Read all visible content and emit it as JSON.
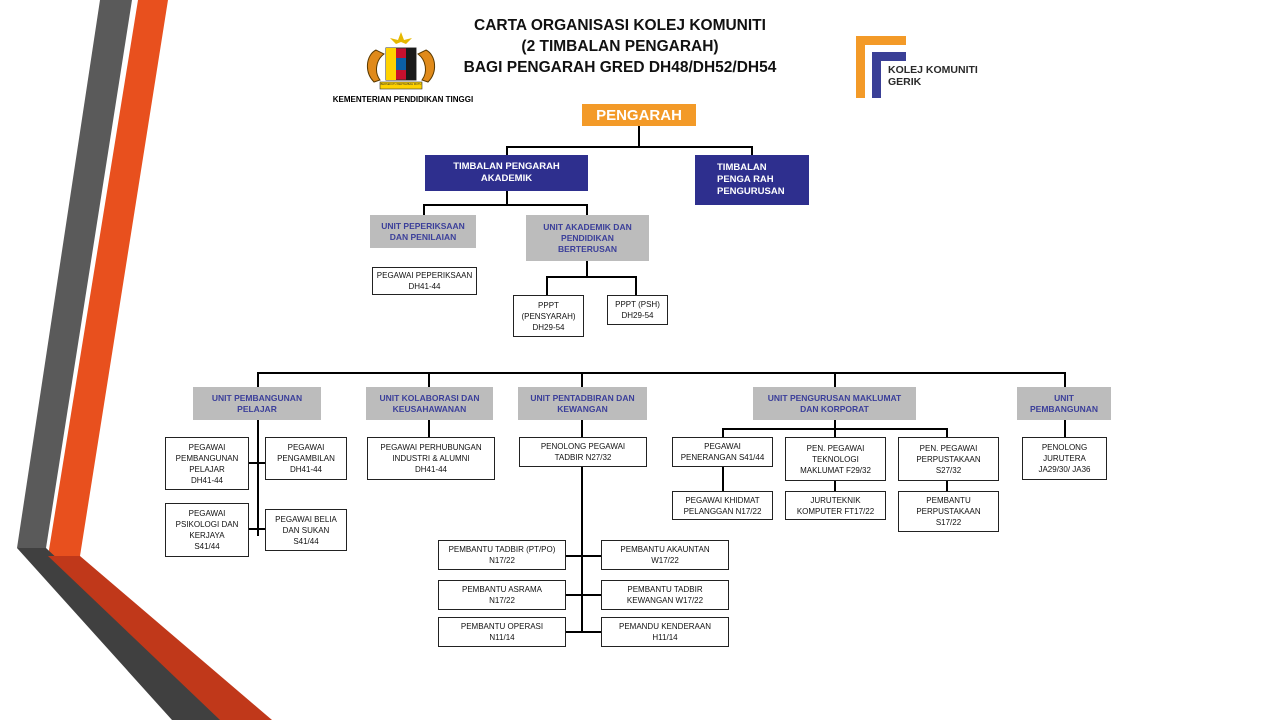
{
  "header": {
    "title_lines": [
      "CARTA ORGANISASI KOLEJ KOMUNITI",
      "(2 TIMBALAN PENGARAH)",
      "BAGI PENGARAH GRED DH48/DH52/DH54"
    ],
    "ministry_label": "KEMENTERIAN PENDIDIKAN TINGGI",
    "college_logo_lines": [
      "KOLEJ KOMUNITI",
      "GERIK"
    ],
    "coat_of_arms_motto": "BERSEKUTU BERTAMBAH MUTU"
  },
  "colors": {
    "director": "#f39a28",
    "deputy": "#2e2f8e",
    "unit": "#bcbcbc",
    "unit_text": "#3b3f9a",
    "stripe_orange": "#e8501e",
    "stripe_grey": "#4a4a4a"
  },
  "chart": {
    "director": "PENGARAH",
    "deputy_academic": [
      "TIMBALAN PENGARAH",
      "AKADEMIK"
    ],
    "deputy_management": [
      "TIMBALAN",
      "PENGA RAH",
      "PENGURUSAN"
    ],
    "unit_exam": [
      "UNIT PEPERIKSAAN",
      "DAN PENILAIAN"
    ],
    "unit_academic": [
      "UNIT AKADEMIK  DAN",
      "PENDIDIKAN",
      "BERTERUSAN"
    ],
    "officer_exam": [
      "PEGAWAI PEPERIKSAAN",
      "DH41-44"
    ],
    "pppt_lecturer": [
      "PPPT",
      "(PENSYARAH)",
      "DH29-54"
    ],
    "pppt_psh": [
      "PPPT (PSH)",
      "DH29-54"
    ],
    "unit_student_dev": [
      "UNIT PEMBANGUNAN",
      "PELAJAR"
    ],
    "unit_collab": [
      "UNIT KOLABORASI DAN",
      "KEUSAHAWANAN"
    ],
    "unit_admin_finance": [
      "UNIT PENTADBIRAN DAN",
      "KEWANGAN"
    ],
    "unit_info_corporate": [
      "UNIT PENGURUSAN MAKLUMAT",
      "DAN KORPORAT"
    ],
    "unit_development": [
      "UNIT",
      "PEMBANGUNAN"
    ],
    "student_dev_officer": [
      "PEGAWAI",
      "PEMBANGUNAN",
      "PELAJAR",
      "DH41-44"
    ],
    "intake_officer": [
      "PEGAWAI",
      "PENGAMBILAN",
      "DH41-44"
    ],
    "psychology_officer": [
      "PEGAWAI",
      "PSIKOLOGI DAN",
      "KERJAYA",
      "S41/44"
    ],
    "youth_sports_officer": [
      "PEGAWAI BELIA",
      "DAN SUKAN",
      "S41/44"
    ],
    "industry_relations_officer": [
      "PEGAWAI PERHUBUNGAN",
      "INDUSTRI & ALUMNI",
      "DH41-44"
    ],
    "asst_admin_officer": [
      "PENOLONG PEGAWAI",
      "TADBIR N27/32"
    ],
    "admin_assistant_ptpo": [
      "PEMBANTU TADBIR (PT/PO)",
      "N17/22"
    ],
    "hostel_assistant": [
      "PEMBANTU ASRAMA",
      "N17/22"
    ],
    "operations_assistant": [
      "PEMBANTU OPERASI",
      "N11/14"
    ],
    "accounts_assistant": [
      "PEMBANTU AKAUNTAN",
      "W17/22"
    ],
    "finance_admin_assistant": [
      "PEMBANTU TADBIR",
      "KEWANGAN W17/22"
    ],
    "driver": [
      "PEMANDU KENDERAAN",
      "H11/14"
    ],
    "info_officer": [
      "PEGAWAI",
      "PENERANGAN S41/44"
    ],
    "customer_service_officer": [
      "PEGAWAI KHIDMAT",
      "PELANGGAN N17/22"
    ],
    "it_asst_officer": [
      "PEN. PEGAWAI",
      "TEKNOLOGI",
      "MAKLUMAT F29/32"
    ],
    "computer_technician": [
      "JURUTEKNIK",
      "KOMPUTER FT17/22"
    ],
    "library_asst_officer": [
      "PEN. PEGAWAI",
      "PERPUSTAKAAN",
      "S27/32"
    ],
    "library_assistant": [
      "PEMBANTU",
      "PERPUSTAKAAN",
      "S17/22"
    ],
    "asst_engineer": [
      "PENOLONG",
      "JURUTERA",
      "JA29/30/ JA36"
    ]
  }
}
